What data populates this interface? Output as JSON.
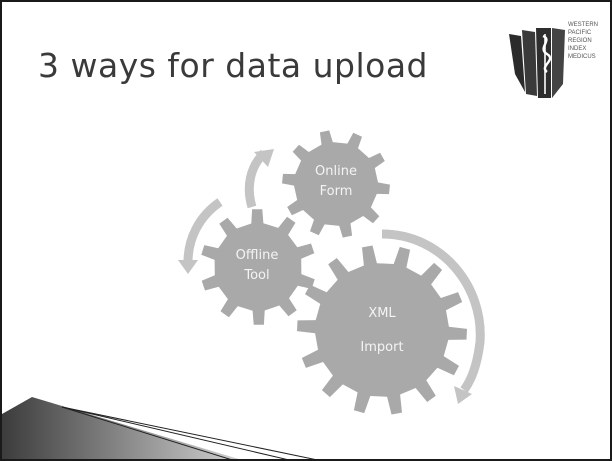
{
  "slide": {
    "title": "3 ways for data upload"
  },
  "logo": {
    "lines": [
      "WESTERN",
      "PACIFIC",
      "REGION",
      "INDEX",
      "MEDICUS"
    ]
  },
  "diagram": {
    "gears": [
      {
        "line1": "Online",
        "line2": "Form"
      },
      {
        "line1": "Offline",
        "line2": "Tool"
      },
      {
        "line1": "XML",
        "line2": "Import"
      }
    ]
  },
  "colors": {
    "gear": "#a9a9a9",
    "arrow": "#c4c4c4",
    "title": "#3a3a3a"
  }
}
